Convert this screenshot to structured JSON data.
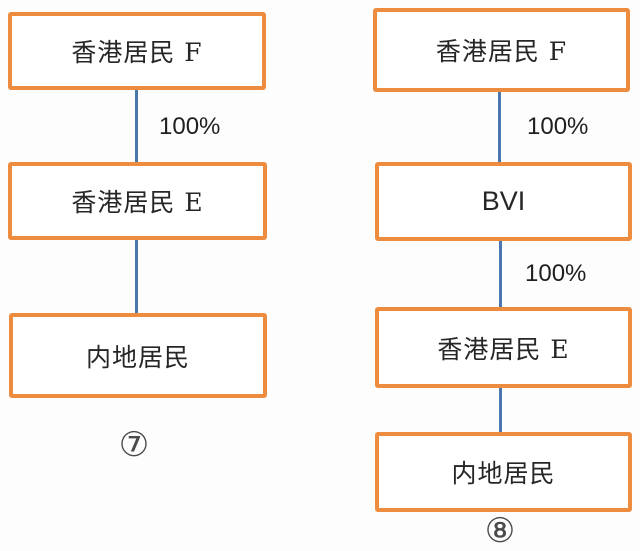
{
  "page": {
    "background": "#fdfdfd"
  },
  "colors": {
    "box_border": "#ED8B3E",
    "box_fill": "#ffffff",
    "connector_line": "#4A77AD",
    "label_text": "#262626",
    "badge_text": "#4a4a4a"
  },
  "diagrams": [
    {
      "badge": "⑦",
      "nodes": [
        {
          "label": "香港居民 F"
        },
        {
          "label": "香港居民 E"
        },
        {
          "label": "内地居民"
        }
      ],
      "edge_labels": [
        "100%",
        ""
      ]
    },
    {
      "badge": "⑧",
      "nodes": [
        {
          "label": "香港居民 F"
        },
        {
          "label": "BVI"
        },
        {
          "label": "香港居民 E"
        },
        {
          "label": "内地居民"
        }
      ],
      "edge_labels": [
        "100%",
        "100%",
        ""
      ]
    }
  ]
}
